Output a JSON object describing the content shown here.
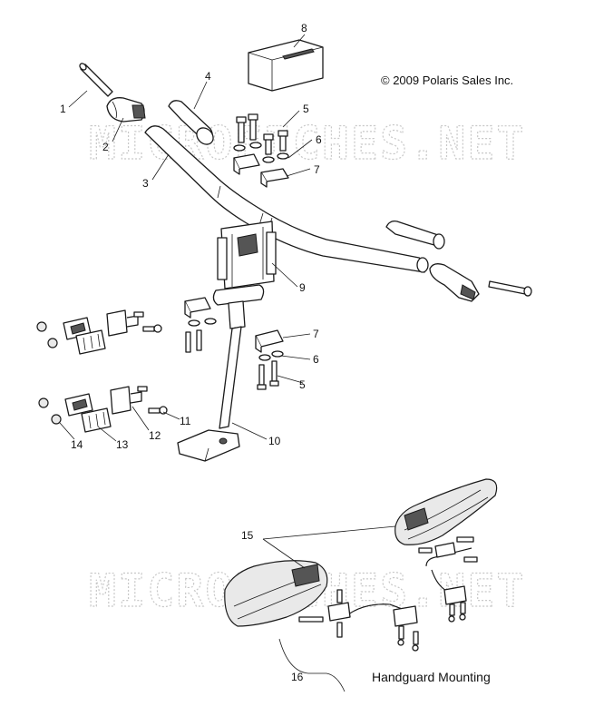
{
  "copyright": "© 2009 Polaris Sales Inc.",
  "watermark": "MICROFICHES.NET",
  "caption": "Handguard Mounting",
  "callouts": [
    "1",
    "2",
    "3",
    "4",
    "5",
    "6",
    "7",
    "8",
    "7",
    "6",
    "5",
    "9",
    "10",
    "11",
    "12",
    "13",
    "14",
    "15",
    "16"
  ]
}
